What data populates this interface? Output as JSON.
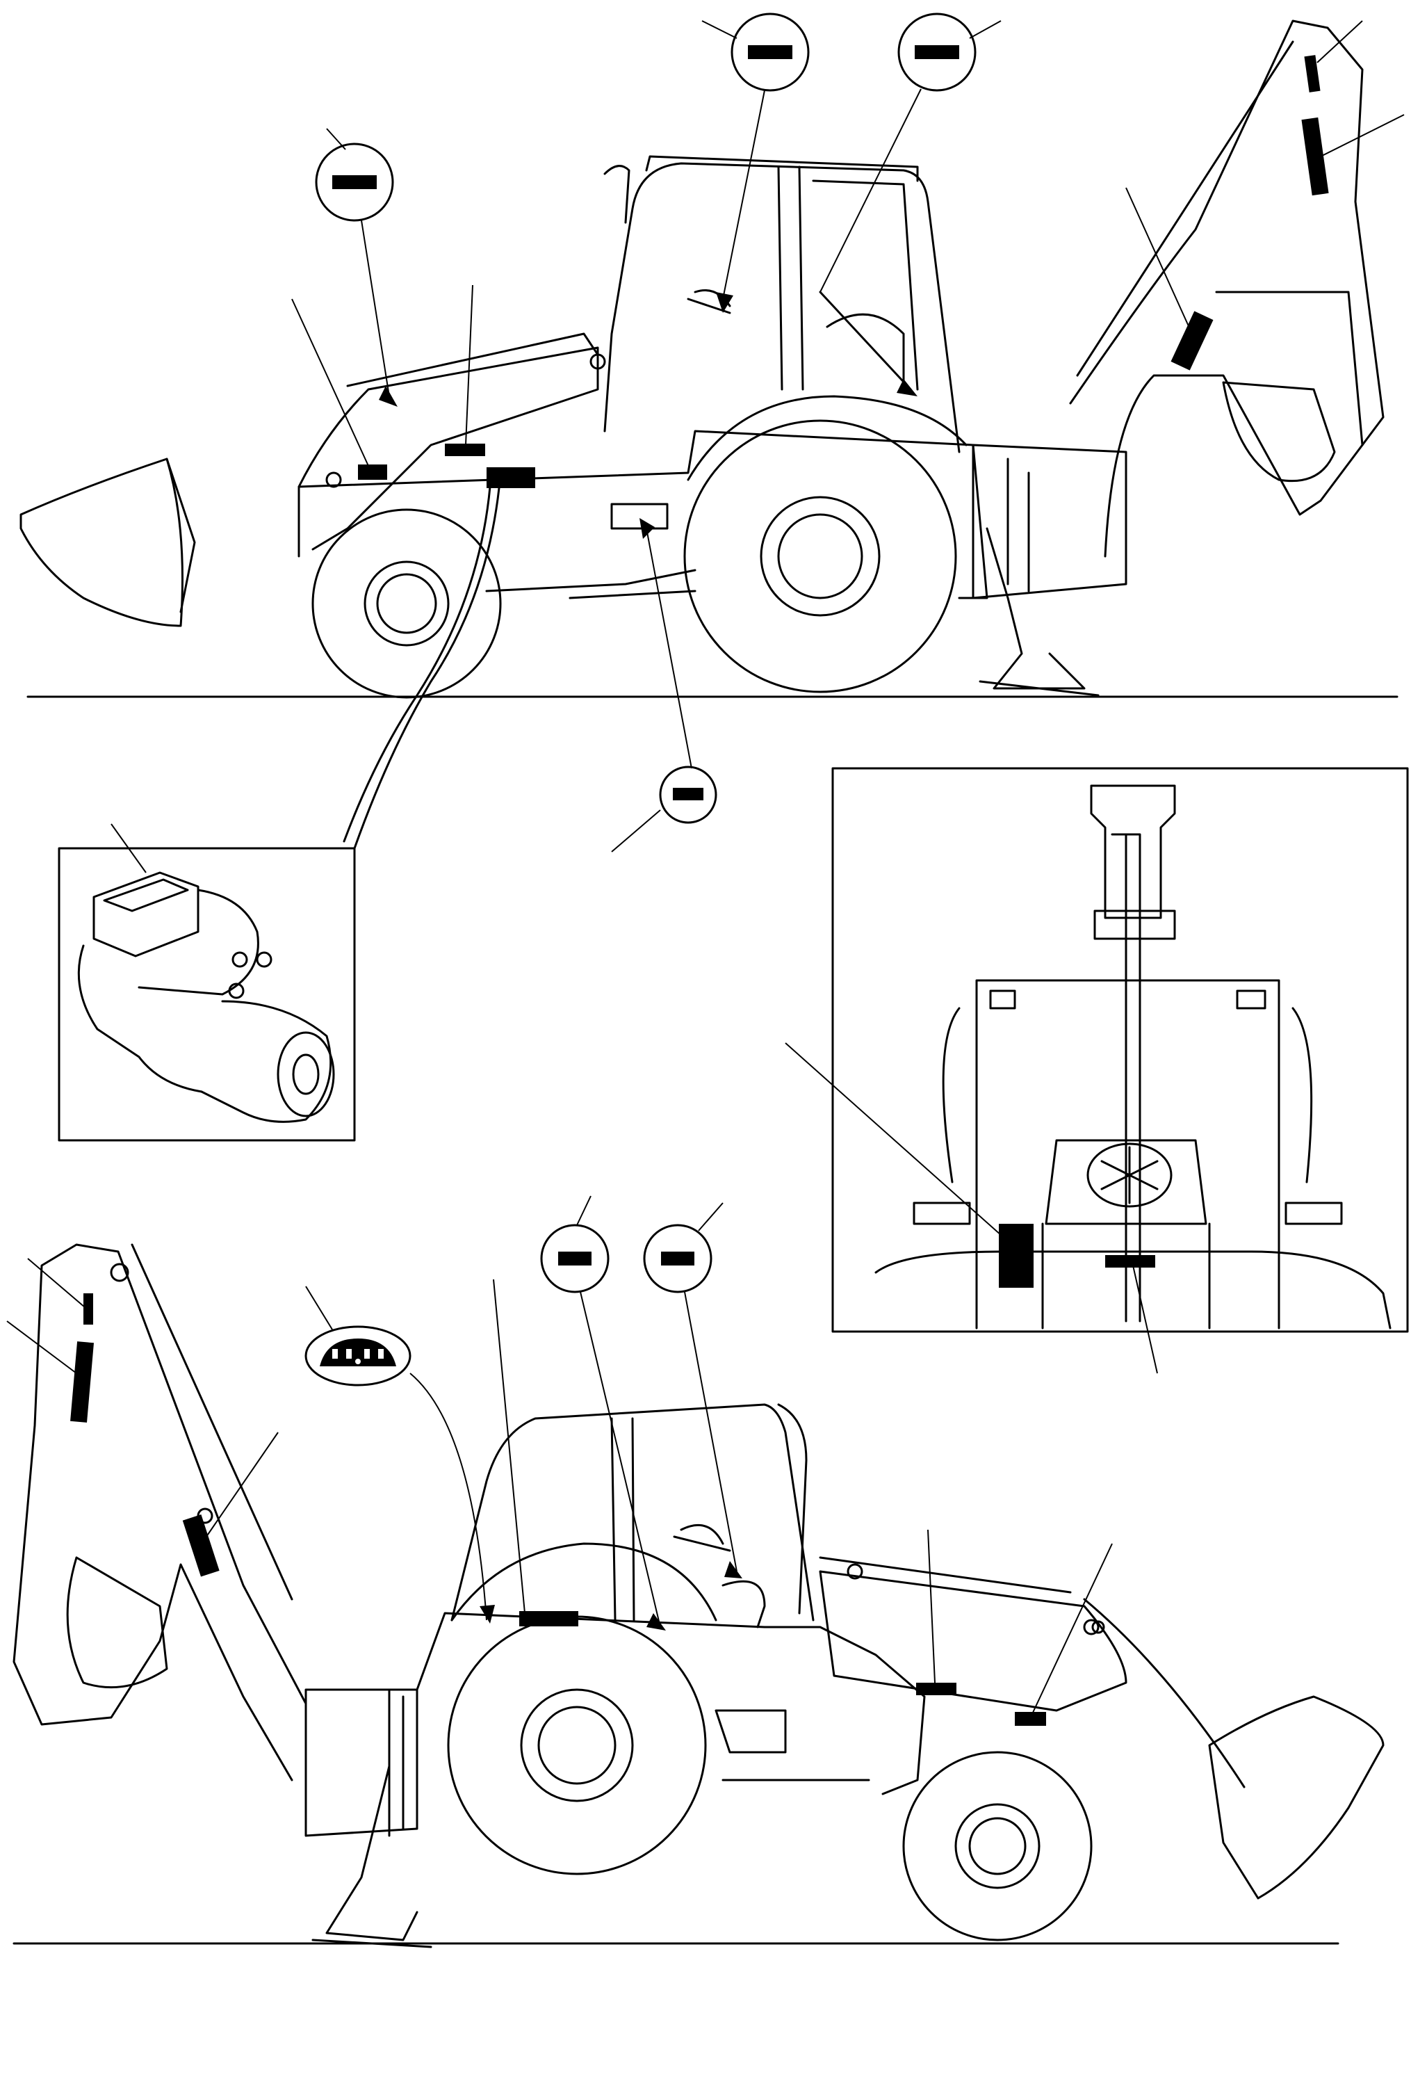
{
  "figure": {
    "views": [
      {
        "id": "top-side-view",
        "subject": "backhoe-loader"
      },
      {
        "id": "bottom-side-view",
        "subject": "backhoe-loader"
      },
      {
        "id": "starter-motor-inset",
        "subject": "starter-motor"
      },
      {
        "id": "rear-view-inset",
        "subject": "cab-rear"
      }
    ],
    "callout_marker_color": "#000000",
    "line_color": "#000000",
    "background_color": "#ffffff",
    "icons": [
      "safety-label-marker",
      "callout-circle",
      "roof-light-marker"
    ]
  }
}
